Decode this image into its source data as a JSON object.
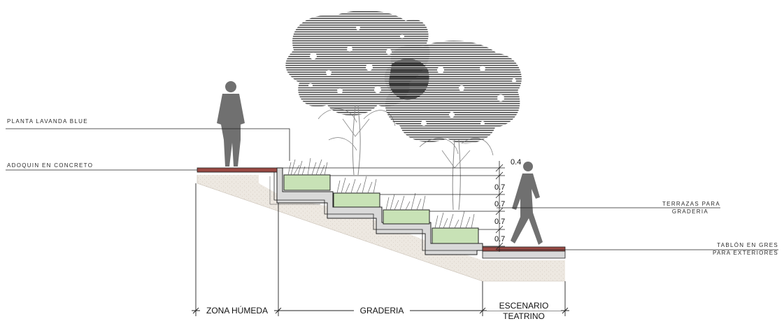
{
  "labels": {
    "planta": "PLANTA LAVANDA BLUE",
    "adoquin": "ADOQUIN EN CONCRETO",
    "terrazas_1": "TERRAZAS PARA",
    "terrazas_2": "GRADERIA",
    "tablon_1": "TABLÓN EN GRES",
    "tablon_2": "PARA EXTERIORES"
  },
  "dimensions": [
    "0.4",
    "0.7",
    "0.7",
    "0.7",
    "0.7"
  ],
  "zones": {
    "zona_humeda": "ZONA HÚMEDA",
    "graderia": "GRADERIA",
    "escenario_1": "ESCENARIO",
    "escenario_2": "TEATRINO"
  },
  "colors": {
    "ground": "#ece7e0",
    "planter": "#c8e2b6",
    "pavement": "#9a4a44",
    "silhouette": "#707070",
    "tree_dark": "#3a3a3a"
  }
}
